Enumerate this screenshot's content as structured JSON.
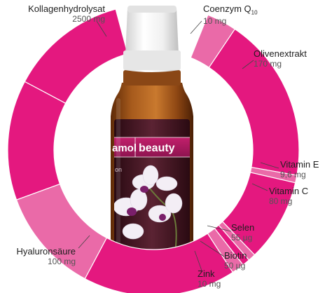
{
  "colors": {
    "primary": "#e4187f",
    "light": "#ea6aa8",
    "label_band": "#b41a62",
    "amber": "#a65a1c",
    "cap": "#f1f1f1"
  },
  "bottle": {
    "brand_left": "amol",
    "brand_right": "beauty",
    "subtext": "on"
  },
  "segments": [
    {
      "id": "kollagen",
      "name": "Kollagenhydrolysat",
      "amount": "2500 mg",
      "color": "#e4187f"
    },
    {
      "id": "coenzym",
      "name": "Coenzym Q",
      "name_sub": "10",
      "amount": "10 mg",
      "color": "#ea6aa8"
    },
    {
      "id": "olive",
      "name": "Olivenextrakt",
      "amount": "170 mg",
      "color": "#e4187f"
    },
    {
      "id": "vite",
      "name": "Vitamin E",
      "amount": "9,6 mg",
      "color": "#ea6aa8"
    },
    {
      "id": "vitc",
      "name": "Vitamin C",
      "amount": "80 mg",
      "color": "#e4187f"
    },
    {
      "id": "selen",
      "name": "Selen",
      "amount": "55 µg",
      "color": "#ea6aa8"
    },
    {
      "id": "biotin",
      "name": "Biotin",
      "amount": "50 µg",
      "color": "#e4187f"
    },
    {
      "id": "zink",
      "name": "Zink",
      "amount": "10 mg",
      "color": "#ea6aa8"
    },
    {
      "id": "hyal",
      "name": "Hyaluronsäure",
      "amount": "100 mg",
      "color": "#ea6aa8"
    }
  ]
}
